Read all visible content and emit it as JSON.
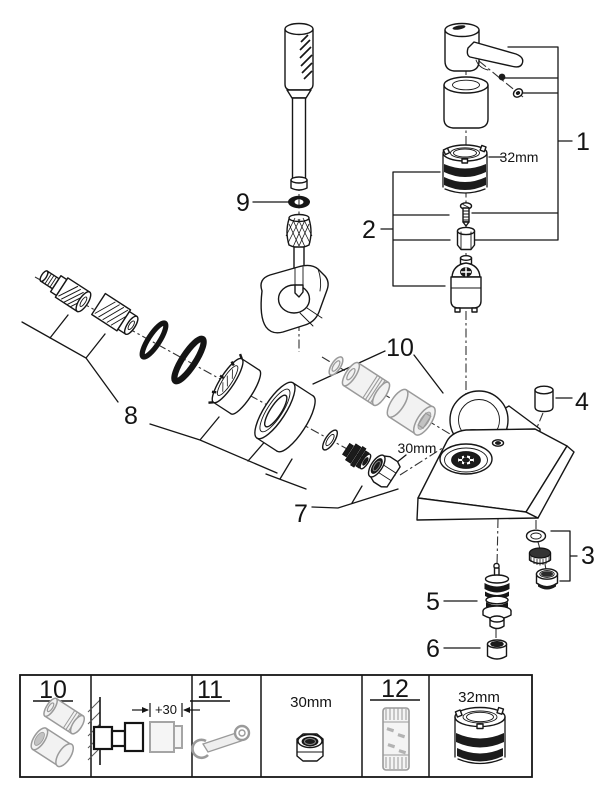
{
  "diagram": {
    "callouts": {
      "c1": "1",
      "c2": "2",
      "c3": "3",
      "c4": "4",
      "c5": "5",
      "c6": "6",
      "c7": "7",
      "c8": "8",
      "c9": "9",
      "c10": "10"
    },
    "dims": {
      "cap_ring": "32mm",
      "union_nut": "30mm"
    }
  },
  "legend": {
    "boxes": [
      {
        "label": "10",
        "icon": "extension-couplings-icon"
      },
      {
        "dim": "+30",
        "icon": "wall-extension-install-icon"
      },
      {
        "label": "11",
        "icon": "open-end-wrench-icon"
      },
      {
        "dim": "30mm",
        "icon": "hex-union-nut-icon"
      },
      {
        "label": "12",
        "icon": "socket-tool-icon"
      },
      {
        "dim": "32mm",
        "icon": "cap-ring-icon"
      }
    ]
  }
}
